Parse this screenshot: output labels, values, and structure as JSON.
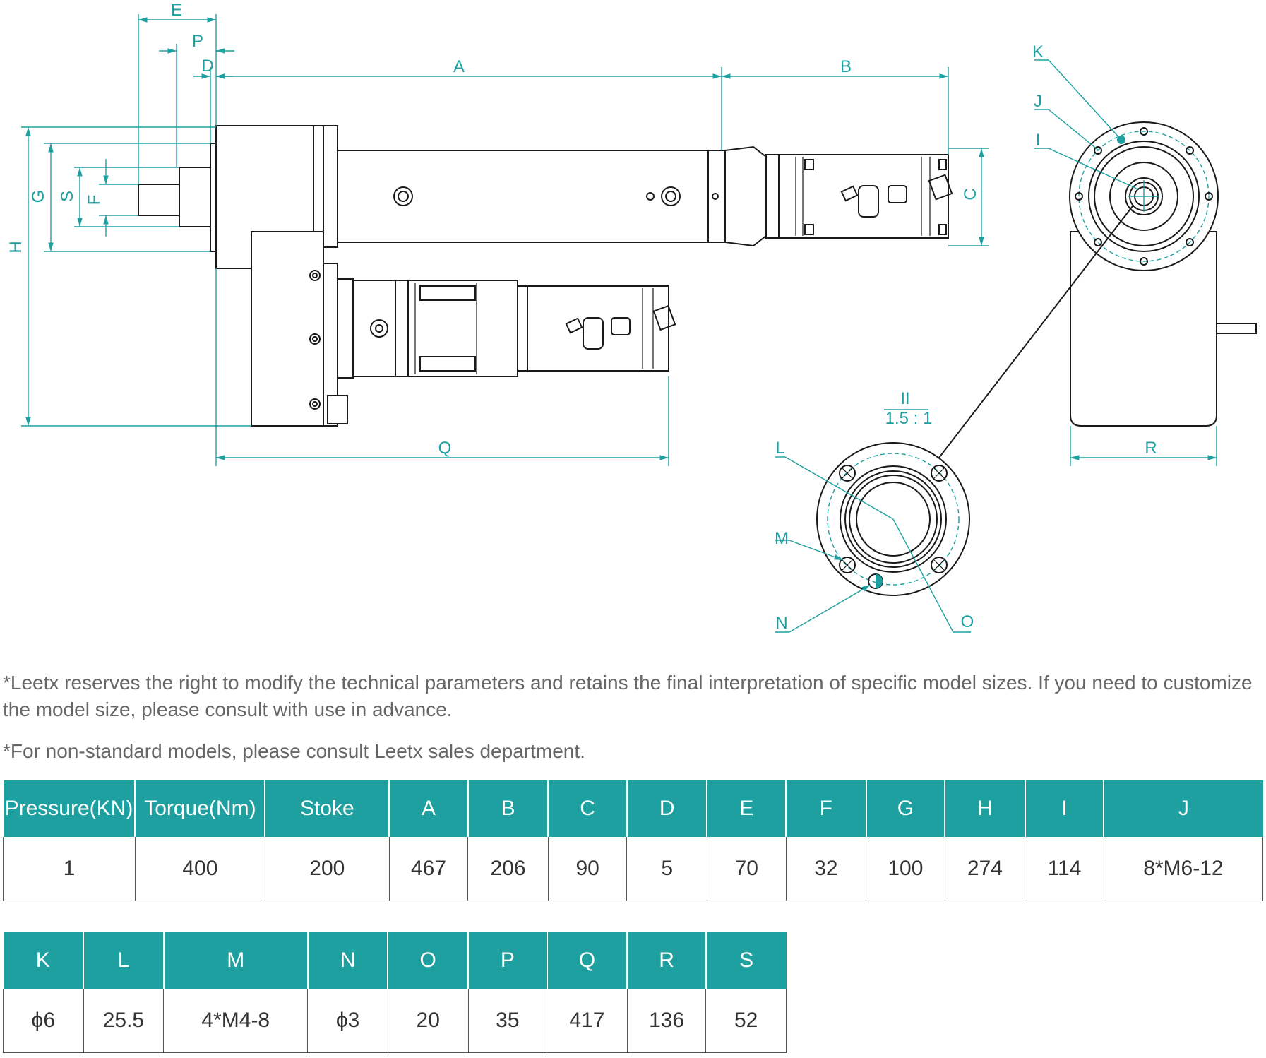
{
  "drawing": {
    "labels": {
      "A": "A",
      "B": "B",
      "C": "C",
      "D": "D",
      "E": "E",
      "F": "F",
      "G": "G",
      "H": "H",
      "I": "I",
      "J": "J",
      "K": "K",
      "L": "L",
      "M": "M",
      "N": "N",
      "O": "O",
      "P": "P",
      "Q": "Q",
      "R": "R",
      "S": "S"
    },
    "detail_id": "II",
    "detail_scale": "1.5 : 1",
    "accent_color": "#1ea0a0"
  },
  "notes": [
    "*Leetx reserves the right to modify the technical parameters and retains the final interpretation of specific model sizes. If you need to customize the model size, please consult with use in advance.",
    "*For non-standard models, please consult Leetx sales department."
  ],
  "table1": {
    "headers": [
      "Pressure(KN)",
      "Torque(Nm)",
      "Stoke",
      "A",
      "B",
      "C",
      "D",
      "E",
      "F",
      "G",
      "H",
      "I",
      "J"
    ],
    "row": [
      "1",
      "400",
      "200",
      "467",
      "206",
      "90",
      "5",
      "70",
      "32",
      "100",
      "274",
      "114",
      "8*M6-12"
    ]
  },
  "table2": {
    "headers": [
      "K",
      "L",
      "M",
      "N",
      "O",
      "P",
      "Q",
      "R",
      "S"
    ],
    "row": [
      "ϕ6",
      "25.5",
      "4*M4-8",
      "ϕ3",
      "20",
      "35",
      "417",
      "136",
      "52"
    ]
  },
  "header_color": "#1fa0a0"
}
